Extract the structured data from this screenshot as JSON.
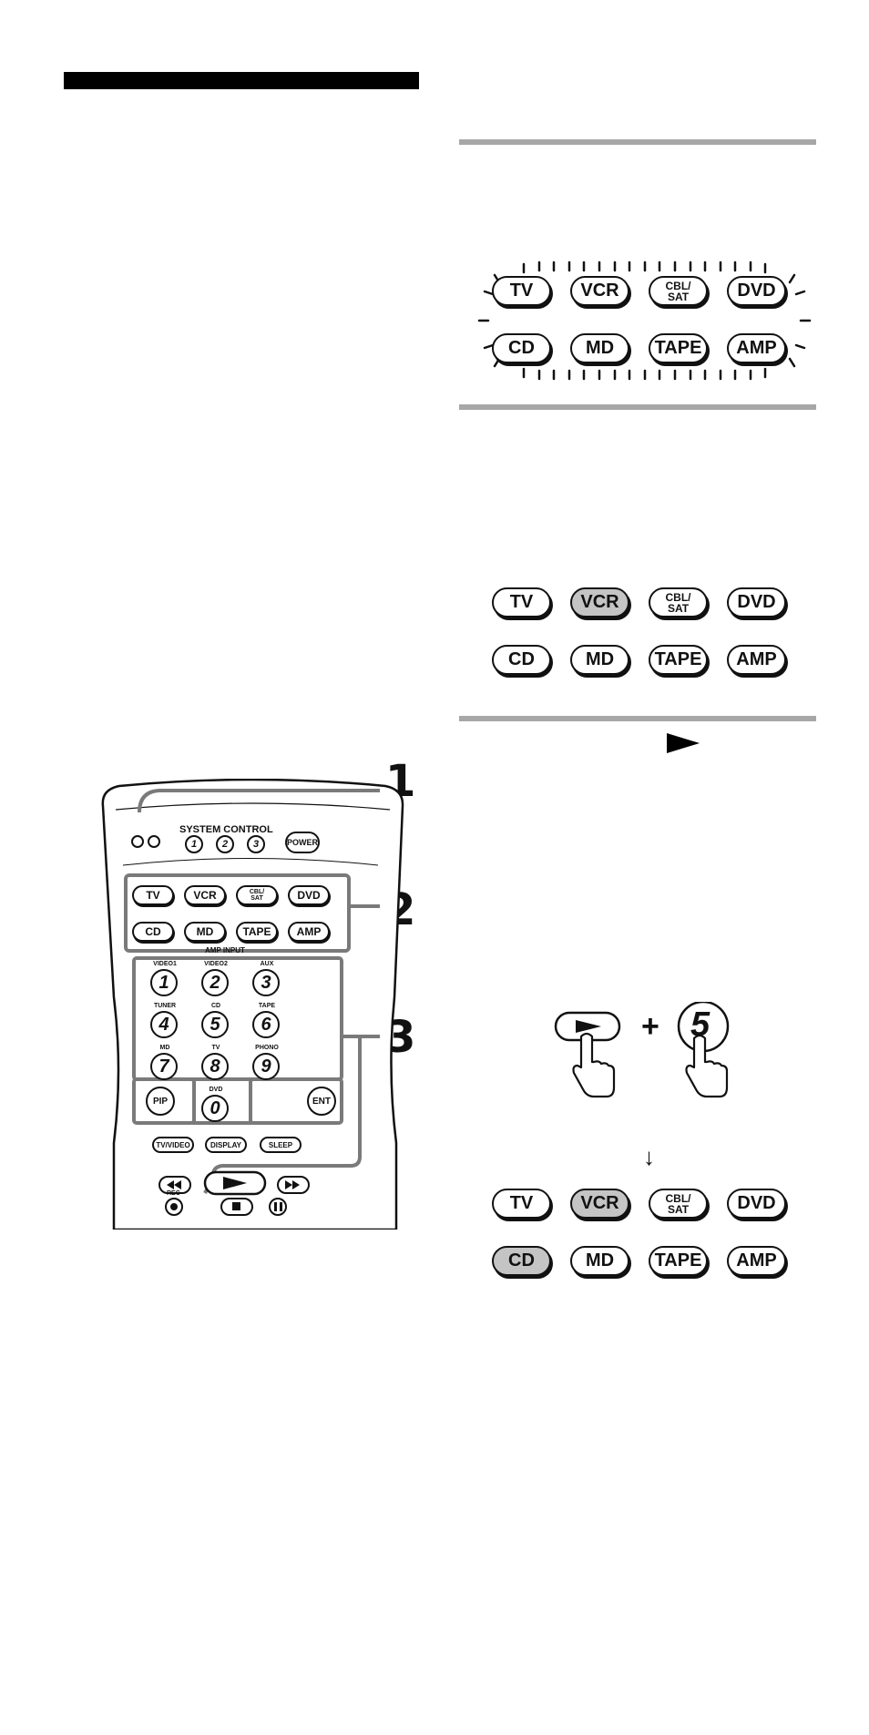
{
  "remote": {
    "system_control_label": "SYSTEM CONTROL",
    "system_numbers": [
      "1",
      "2",
      "3"
    ],
    "power_label": "POWER",
    "row1": [
      "TV",
      "VCR",
      "CBL/\nSAT",
      "DVD"
    ],
    "row2": [
      "CD",
      "MD",
      "TAPE",
      "AMP"
    ],
    "amp_input_label": "AMP INPUT",
    "keypad": [
      {
        "top": "VIDEO1",
        "num": "1"
      },
      {
        "top": "VIDEO2",
        "num": "2"
      },
      {
        "top": "AUX",
        "num": "3"
      },
      {
        "top": "TUNER",
        "num": "4"
      },
      {
        "top": "CD",
        "num": "5"
      },
      {
        "top": "TAPE",
        "num": "6"
      },
      {
        "top": "MD",
        "num": "7"
      },
      {
        "top": "TV",
        "num": "8"
      },
      {
        "top": "PHONO",
        "num": "9"
      },
      {
        "top": "DVD",
        "num": "0"
      }
    ],
    "pip_label": "PIP",
    "ent_label": "ENT",
    "tv_video_label": "TV/VIDEO",
    "display_label": "DISPLAY",
    "sleep_label": "SLEEP",
    "rec_label": "REC"
  },
  "callouts": [
    "1",
    "2",
    "3"
  ],
  "panels": {
    "flash": {
      "row1": [
        "TV",
        "VCR",
        "CBL/\nSAT",
        "DVD"
      ],
      "row2": [
        "CD",
        "MD",
        "TAPE",
        "AMP"
      ]
    },
    "select": {
      "row1": [
        "TV",
        "VCR",
        "CBL/\nSAT",
        "DVD"
      ],
      "row2": [
        "CD",
        "MD",
        "TAPE",
        "AMP"
      ],
      "lit": [
        "VCR"
      ]
    },
    "result": {
      "row1": [
        "TV",
        "VCR",
        "CBL/\nSAT",
        "DVD"
      ],
      "row2": [
        "CD",
        "MD",
        "TAPE",
        "AMP"
      ],
      "lit": [
        "VCR",
        "CD"
      ]
    }
  },
  "combo": {
    "plus": "+",
    "number_key": "5",
    "arrow": "↓"
  },
  "colors": {
    "rule_gray": "#a7a7a7",
    "lit_fill": "#c4c4c4",
    "frame_gray": "#7a7a7a"
  }
}
